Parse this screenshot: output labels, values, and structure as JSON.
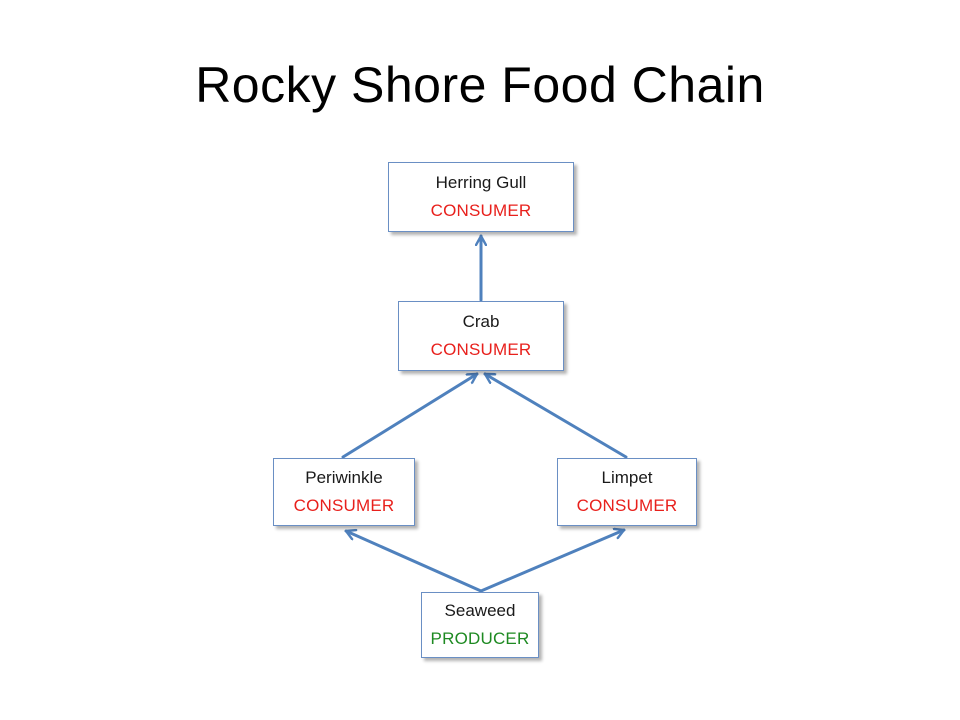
{
  "title": "Rocky Shore Food Chain",
  "colors": {
    "consumer": "#e8201c",
    "producer": "#1e8a22",
    "arrow": "#4f81bd",
    "box_border": "#6a8fc4"
  },
  "nodes": {
    "herring_gull": {
      "name": "Herring Gull",
      "role": "CONSUMER"
    },
    "crab": {
      "name": "Crab",
      "role": "CONSUMER"
    },
    "periwinkle": {
      "name": "Periwinkle",
      "role": "CONSUMER"
    },
    "limpet": {
      "name": "Limpet",
      "role": "CONSUMER"
    },
    "seaweed": {
      "name": "Seaweed",
      "role": "PRODUCER"
    }
  },
  "edges": [
    {
      "from": "seaweed",
      "to": "periwinkle"
    },
    {
      "from": "seaweed",
      "to": "limpet"
    },
    {
      "from": "periwinkle",
      "to": "crab"
    },
    {
      "from": "limpet",
      "to": "crab"
    },
    {
      "from": "crab",
      "to": "herring_gull"
    }
  ]
}
